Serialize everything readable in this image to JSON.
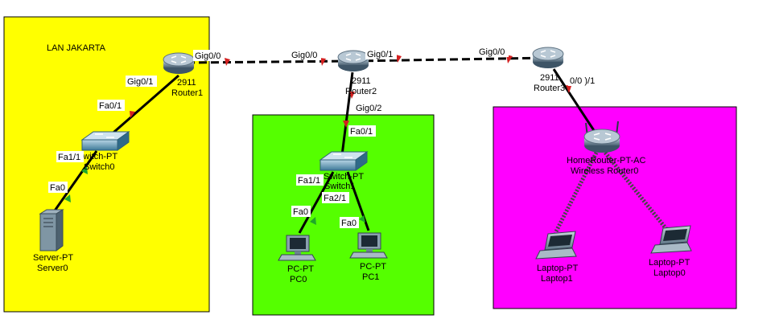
{
  "zones": [
    {
      "id": "jakarta",
      "label": "LAN JAKARTA",
      "color": "#ffff00"
    },
    {
      "id": "lan2",
      "label": "",
      "color": "#55ff00"
    },
    {
      "id": "lan3",
      "label": "",
      "color": "#ff00ff"
    }
  ],
  "devices": {
    "router1": {
      "model": "2911",
      "name": "Router1",
      "icon": "router-icon"
    },
    "router2": {
      "model": "2911",
      "name": "Router2",
      "icon": "router-icon"
    },
    "router3": {
      "model": "2911",
      "name": "Router3",
      "icon": "router-icon"
    },
    "switch0": {
      "model": "Switch-PT",
      "name": "Switch0",
      "icon": "switch-icon"
    },
    "switch1": {
      "model": "Switch-PT",
      "name": "Switch1",
      "icon": "switch-icon"
    },
    "server0": {
      "model": "Server-PT",
      "name": "Server0",
      "icon": "server-icon"
    },
    "pc0": {
      "model": "PC-PT",
      "name": "PC0",
      "icon": "pc-icon"
    },
    "pc1": {
      "model": "PC-PT",
      "name": "PC1",
      "icon": "pc-icon"
    },
    "wrouter0": {
      "model": "HomeRouter-PT-AC",
      "name": "Wireless Router0",
      "icon": "wireless-router-icon"
    },
    "laptop1": {
      "model": "Laptop-PT",
      "name": "Laptop1",
      "icon": "laptop-icon"
    },
    "laptop0": {
      "model": "Laptop-PT",
      "name": "Laptop0",
      "icon": "laptop-icon"
    }
  },
  "ports": {
    "r1_gig00": "Gig0/0",
    "r2_gig00": "Gig0/0",
    "r2_gig01": "Gig0/1",
    "r3_gig00": "Gig0/0",
    "r1_gig01": "Gig0/1",
    "sw0_fa01": "Fa0/1",
    "sw0_fa11": "Fa1/1",
    "srv_fa0": "Fa0",
    "r2_gig02": "Gig0/2",
    "sw1_fa01": "Fa0/1",
    "sw1_fa11": "Fa1/1",
    "sw1_fa21": "Fa2/1",
    "pc0_fa0": "Fa0",
    "pc1_fa0": "Fa0",
    "r3_port": "0/0 )/1"
  },
  "colors": {
    "link": "#000000",
    "link_down": "#cc2222",
    "link_up": "#22aa22",
    "wireless": "#333333"
  }
}
